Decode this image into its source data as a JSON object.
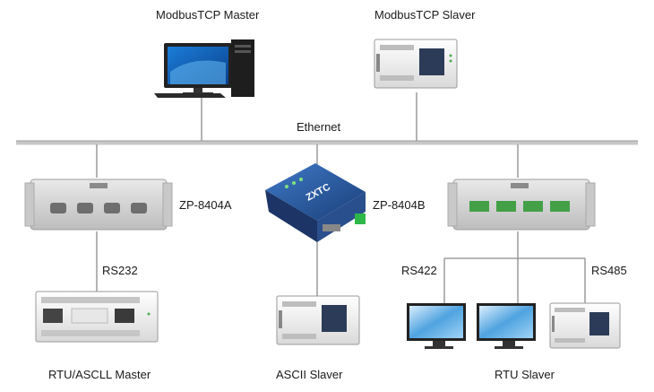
{
  "nodes": {
    "master_tcp": "ModbusTCP Master",
    "slaver_tcp": "ModbusTCP Slaver",
    "ethernet": "Ethernet",
    "gw_a": "ZP-8404A",
    "gw_b": "ZP-8404B",
    "rs232": "RS232",
    "rs422": "RS422",
    "rs485": "RS485",
    "rtu_ascll_master": "RTU/ASCLL Master",
    "ascii_slaver": "ASCII Slaver",
    "rtu_slaver": "RTU Slaver",
    "zxtc_brand": "ZXTC"
  }
}
